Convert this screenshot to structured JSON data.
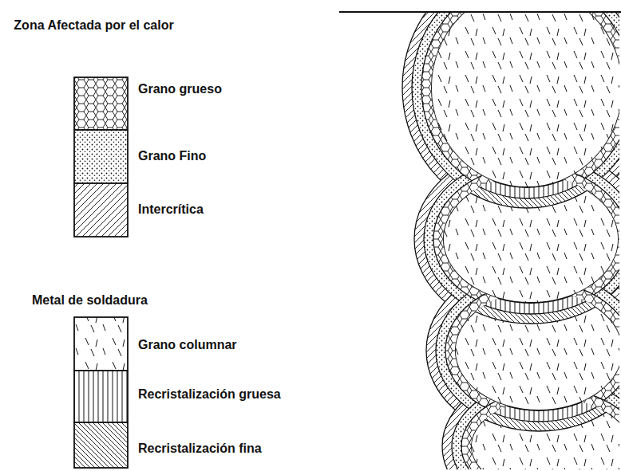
{
  "diagram": {
    "labels": [
      "Zona Afectada por el calor",
      "Metal de soldadura"
    ],
    "legend": [
      {
        "text": "Grano grueso"
      },
      {
        "text": "Grano Fino"
      },
      {
        "text": "Intercrítica"
      },
      {
        "text": "Grano columnar"
      },
      {
        "text": "Recristalización gruesa"
      },
      {
        "text": "Recristalización fina"
      }
    ]
  }
}
